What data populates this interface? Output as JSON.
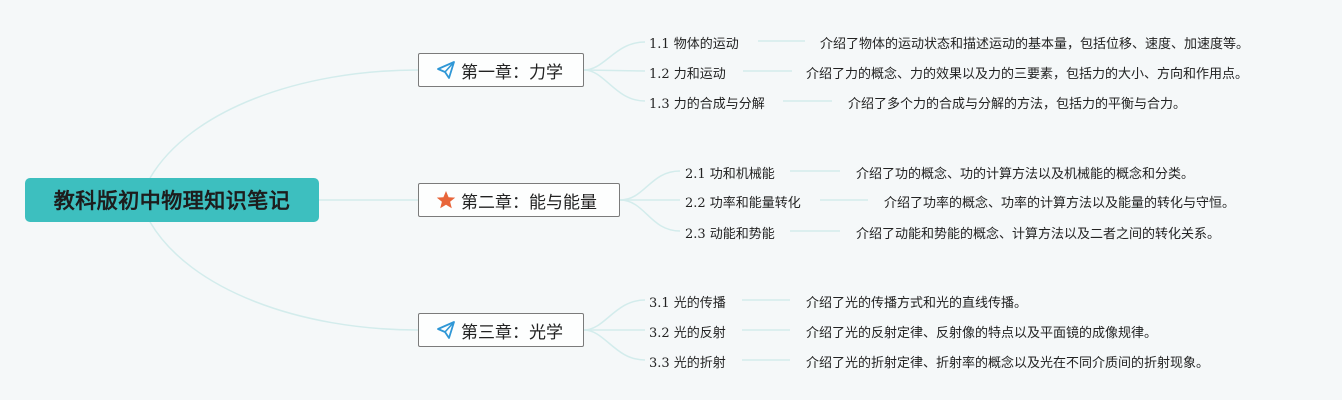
{
  "root": {
    "title": "教科版初中物理知识笔记"
  },
  "chapters": [
    {
      "title": "第一章：力学",
      "icon": "paper-plane-icon",
      "sections": [
        {
          "title": "1.1 物体的运动",
          "summary": "介绍了物体的运动状态和描述运动的基本量，包括位移、速度、加速度等。"
        },
        {
          "title": "1.2 力和运动",
          "summary": "介绍了力的概念、力的效果以及力的三要素，包括力的大小、方向和作用点。"
        },
        {
          "title": "1.3 力的合成与分解",
          "summary": "介绍了多个力的合成与分解的方法，包括力的平衡与合力。"
        }
      ]
    },
    {
      "title": "第二章：能与能量",
      "icon": "star-icon",
      "sections": [
        {
          "title": "2.1 功和机械能",
          "summary": "介绍了功的概念、功的计算方法以及机械能的概念和分类。"
        },
        {
          "title": "2.2 功率和能量转化",
          "summary": "介绍了功率的概念、功率的计算方法以及能量的转化与守恒。"
        },
        {
          "title": "2.3 动能和势能",
          "summary": "介绍了动能和势能的概念、计算方法以及二者之间的转化关系。"
        }
      ]
    },
    {
      "title": "第三章：光学",
      "icon": "paper-plane-icon",
      "sections": [
        {
          "title": "3.1 光的传播",
          "summary": "介绍了光的传播方式和光的直线传播。"
        },
        {
          "title": "3.2 光的反射",
          "summary": "介绍了光的反射定律、反射像的特点以及平面镜的成像规律。"
        },
        {
          "title": "3.3 光的折射",
          "summary": "介绍了光的折射定律、折射率的概念以及光在不同介质间的折射现象。"
        }
      ]
    }
  ],
  "colors": {
    "root_fill": "#3dbfbf",
    "link": "#cfeaea",
    "plane_icon": "#2f97d6",
    "star_icon": "#e8653a"
  }
}
